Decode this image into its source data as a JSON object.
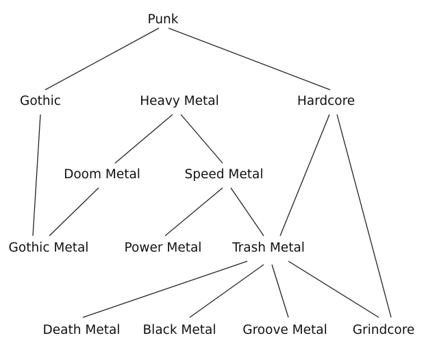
{
  "title": "Genre family tree",
  "nodes": [
    {
      "id": "punk",
      "label": "Punk"
    },
    {
      "id": "gothic",
      "label": "Gothic"
    },
    {
      "id": "heavy_metal",
      "label": "Heavy Metal"
    },
    {
      "id": "hardcore",
      "label": "Hardcore"
    },
    {
      "id": "doom_metal",
      "label": "Doom Metal"
    },
    {
      "id": "speed_metal",
      "label": "Speed Metal"
    },
    {
      "id": "gothic_metal",
      "label": "Gothic Metal"
    },
    {
      "id": "power_metal",
      "label": "Power Metal"
    },
    {
      "id": "trash_metal",
      "label": "Trash Metal"
    },
    {
      "id": "death_metal",
      "label": "Death Metal"
    },
    {
      "id": "black_metal",
      "label": "Black Metal"
    },
    {
      "id": "groove_metal",
      "label": "Groove Metal"
    },
    {
      "id": "grindcore",
      "label": "Grindcore"
    }
  ],
  "edges": [
    {
      "from": "punk",
      "to": "gothic"
    },
    {
      "from": "punk",
      "to": "hardcore"
    },
    {
      "from": "gothic",
      "to": "gothic_metal"
    },
    {
      "from": "heavy_metal",
      "to": "doom_metal"
    },
    {
      "from": "heavy_metal",
      "to": "speed_metal"
    },
    {
      "from": "hardcore",
      "to": "trash_metal"
    },
    {
      "from": "hardcore",
      "to": "grindcore"
    },
    {
      "from": "doom_metal",
      "to": "gothic_metal"
    },
    {
      "from": "speed_metal",
      "to": "power_metal"
    },
    {
      "from": "speed_metal",
      "to": "trash_metal"
    },
    {
      "from": "trash_metal",
      "to": "death_metal"
    },
    {
      "from": "trash_metal",
      "to": "black_metal"
    },
    {
      "from": "trash_metal",
      "to": "groove_metal"
    },
    {
      "from": "trash_metal",
      "to": "grindcore"
    }
  ],
  "colors": {
    "line": "#222222",
    "text": "#111111",
    "background": "#ffffff"
  }
}
